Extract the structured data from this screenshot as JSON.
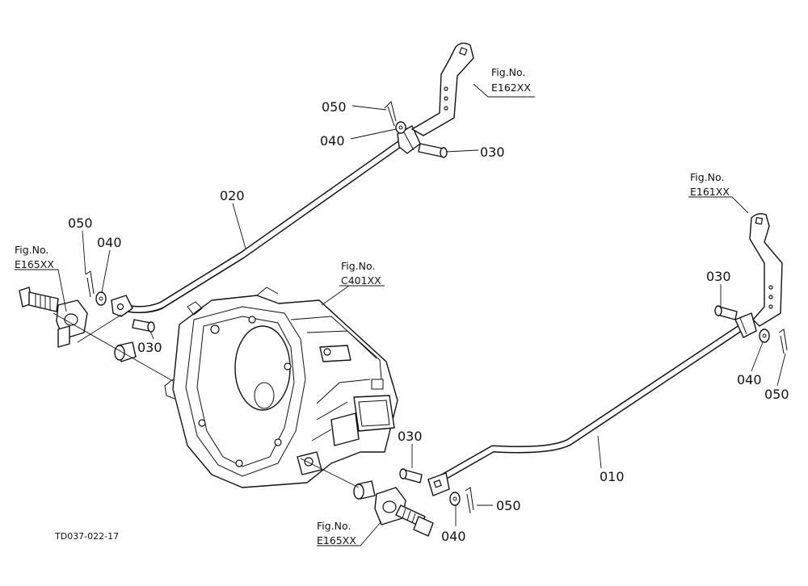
{
  "diagram": {
    "drawing_code": "TD037-022-17",
    "callouts": {
      "p020": "020",
      "p010": "010",
      "top_050": "050",
      "top_040": "040",
      "top_030": "030",
      "left_050": "050",
      "left_040": "040",
      "left_030": "030",
      "right_030": "030",
      "right_040": "040",
      "right_050": "050",
      "bot_030": "030",
      "bot_050": "050",
      "bot_040": "040"
    },
    "figure_refs": {
      "e162": {
        "prefix": "Fig.No.",
        "code": "E162XX"
      },
      "e161": {
        "prefix": "Fig.No.",
        "code": "E161XX"
      },
      "c401": {
        "prefix": "Fig.No.",
        "code": "C401XX"
      },
      "e165_left": {
        "prefix": "Fig.No.",
        "code": "E165XX"
      },
      "e165_bottom": {
        "prefix": "Fig.No.",
        "code": "E165XX"
      }
    }
  }
}
